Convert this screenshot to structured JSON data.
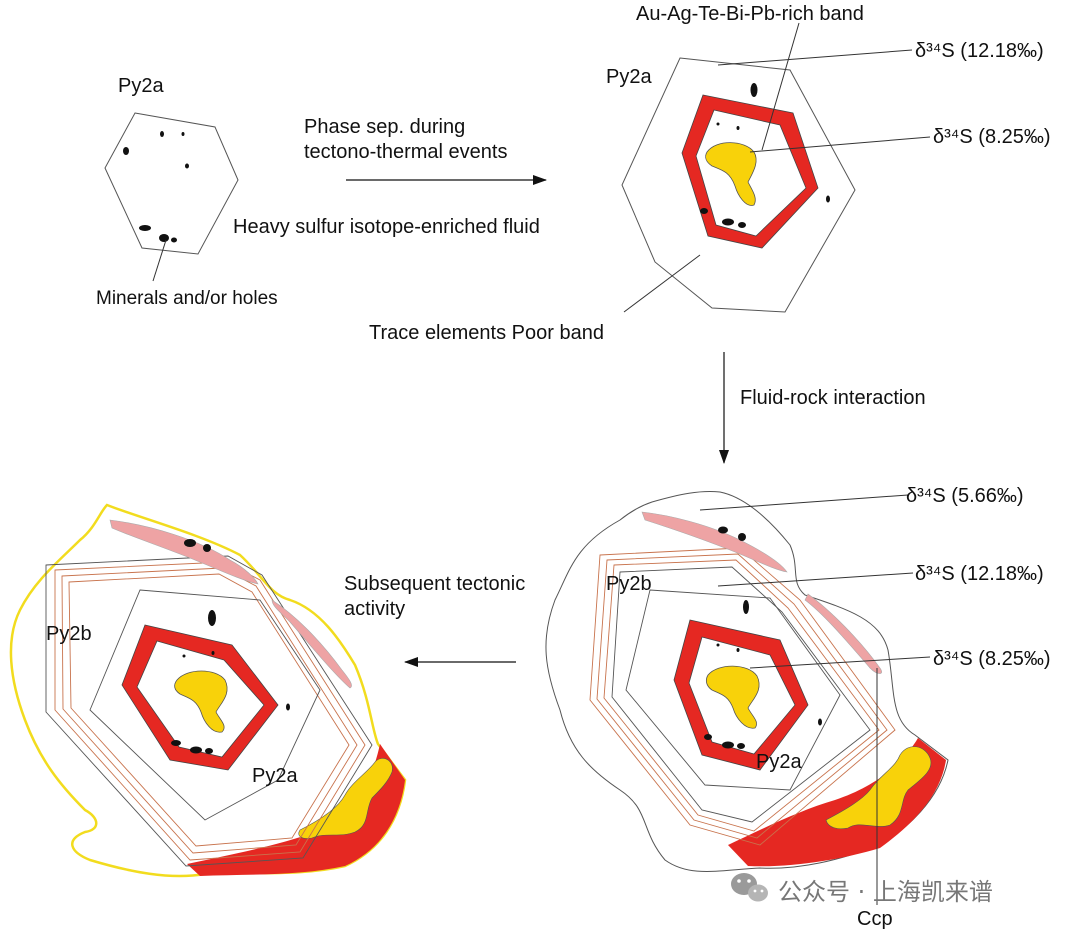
{
  "labels": {
    "py2a_top_left": "Py2a",
    "py2a_top_right": "Py2a",
    "py2a_bottom_left": "Py2a",
    "py2a_bottom_right": "Py2a",
    "py2b_bottom_left": "Py2b",
    "py2b_bottom_right": "Py2b",
    "minerals_holes": "Minerals and/or holes",
    "phase_sep_line1": "Phase sep. during",
    "phase_sep_line2": "tectono-thermal events",
    "heavy_sulfur": "Heavy sulfur isotope-enriched fluid",
    "au_band": "Au-Ag-Te-Bi-Pb-rich band",
    "d34s_top_outer": "δ³⁴S (12.18‰)",
    "d34s_top_inner": "δ³⁴S (8.25‰)",
    "trace_poor": "Trace elements Poor band",
    "fluid_rock": "Fluid-rock interaction",
    "d34s_br_rim": "δ³⁴S (5.66‰)",
    "d34s_br_outer": "δ³⁴S (12.18‰)",
    "d34s_br_inner": "δ³⁴S (8.25‰)",
    "subsequent_line1": "Subsequent tectonic",
    "subsequent_line2": "activity",
    "ccp": "Ccp",
    "watermark": "公众号 · 上海凯来谱"
  },
  "colors": {
    "red_band": "#e52822",
    "yellow_core": "#f8d20a",
    "pink_band": "#eea3a4",
    "copper_lines": "#c8734d",
    "yellow_rim": "#f2dc1e",
    "outline": "#555555"
  }
}
